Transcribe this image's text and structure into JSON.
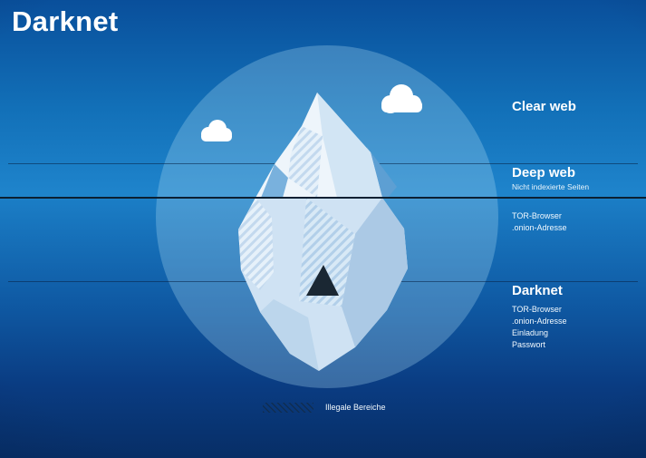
{
  "title": "Darknet",
  "sections": {
    "clear_web": {
      "heading": "Clear web"
    },
    "deep_web": {
      "heading": "Deep web",
      "subheading": "Nicht indexierte Seiten",
      "items": [
        "TOR-Browser",
        ".onion-Adresse"
      ]
    },
    "darknet": {
      "heading": "Darknet",
      "items": [
        "TOR-Browser",
        ".onion-Adresse",
        "Einladung",
        "Passwort"
      ]
    }
  },
  "legend": {
    "label": "Illegale Bereiche"
  },
  "colors": {
    "background_top": "#094f9b",
    "background_horizon": "#1f85cd",
    "sea_deep": "#072e66",
    "spotlight": "#addaf2",
    "waterline": "#0c2033",
    "iceberg_light": "#eef5fb",
    "iceberg_shade": "#abc9e5",
    "iceberg_blue_facet": "#5d9fd3",
    "cave_dark": "#1a2733",
    "cloud": "#ffffff",
    "text": "#ffffff"
  }
}
